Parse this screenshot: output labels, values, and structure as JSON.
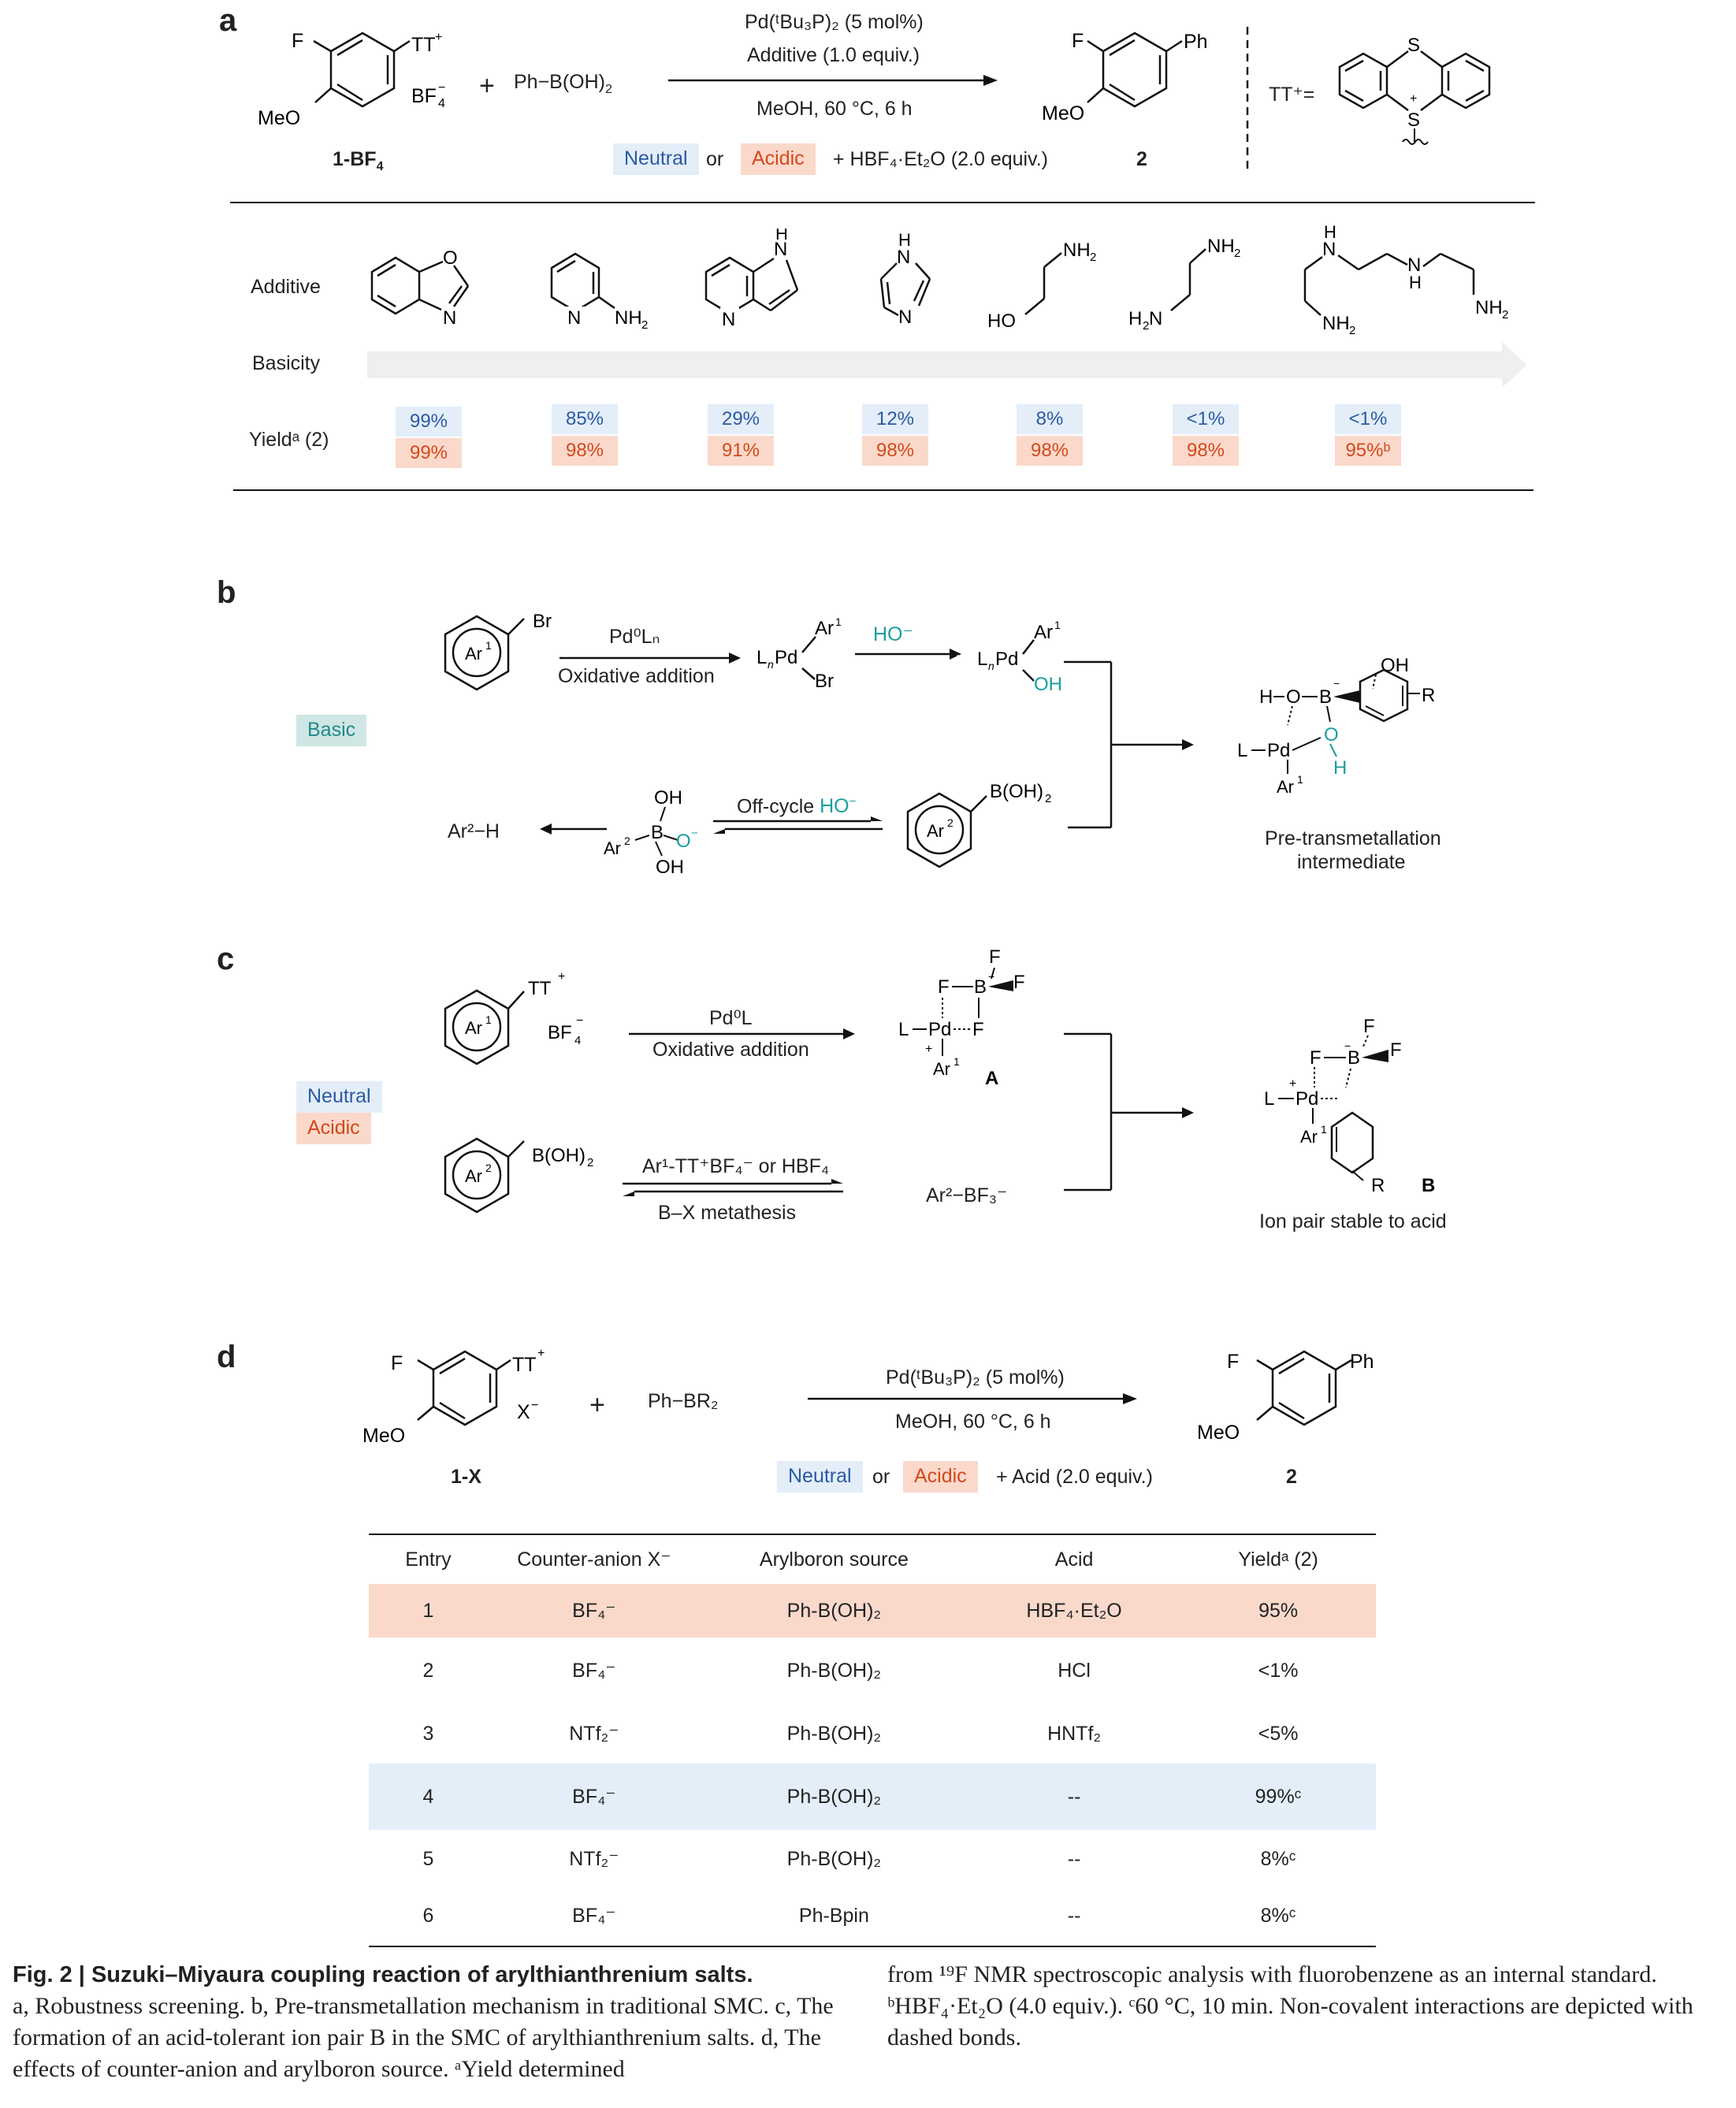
{
  "panels": {
    "a": "a",
    "b": "b",
    "c": "c",
    "d": "d"
  },
  "panel_a": {
    "sm_label": "1-BF",
    "sm_label_sub": "4",
    "reagent": "Ph−B(OH)",
    "reagent_sub": "2",
    "catalyst": "Pd(ᵗBu₃P)₂ (5 mol%)",
    "additive_line": "Additive (1.0 equiv.)",
    "conditions": "MeOH, 60 °C, 6 h",
    "mode_neutral": "Neutral",
    "mode_or": "or",
    "mode_acidic": "Acidic",
    "mode_acid_suffix": "+ HBF₄·Et₂O (2.0 equiv.)",
    "product_label": "2",
    "tt_label": "TT⁺=",
    "row_additive": "Additive",
    "row_basicity": "Basicity",
    "row_yield": "Yieldᵃ (2)",
    "additives": [
      "benzoxazole",
      "2-aminopyridine",
      "7-azaindole",
      "imidazole",
      "ethanolamine",
      "ethylenediamine",
      "triethylenetetramine"
    ],
    "yields_neutral": [
      "99%",
      "85%",
      "29%",
      "12%",
      "8%",
      "<1%",
      "<1%"
    ],
    "yields_acidic": [
      "99%",
      "98%",
      "91%",
      "98%",
      "98%",
      "98%",
      "95%ᵇ"
    ]
  },
  "panel_b": {
    "mode": "Basic",
    "cat": "Pd⁰Lₙ",
    "step1": "Oxidative addition",
    "ho": "HO⁻",
    "offcycle": "Off-cycle HO⁻",
    "product_h": "Ar²−H",
    "boronic": "B(OH)₂",
    "intermediate_title": "Pre-transmetallation",
    "intermediate_title2": "intermediate"
  },
  "panel_c": {
    "mode_neutral": "Neutral",
    "mode_acidic": "Acidic",
    "cat": "Pd⁰L",
    "step1": "Oxidative addition",
    "metathesis_top": "Ar¹-TT⁺BF₄⁻ or HBF₄",
    "metathesis_bottom": "B–X metathesis",
    "arbf3": "Ar²−BF₃⁻",
    "label_a": "A",
    "label_b": "B",
    "ion_pair": "Ion pair stable to acid"
  },
  "panel_d": {
    "sm_label": "1-X",
    "reagent": "Ph−BR₂",
    "catalyst": "Pd(ᵗBu₃P)₂ (5 mol%)",
    "conditions": "MeOH, 60 °C, 6 h",
    "mode_neutral": "Neutral",
    "mode_or": "or",
    "mode_acidic": "Acidic",
    "mode_acid_suffix": "+ Acid (2.0 equiv.)",
    "product_label": "2",
    "table": {
      "headers": [
        "Entry",
        "Counter-anion X⁻",
        "Arylboron source",
        "Acid",
        "Yieldᵃ (2)"
      ],
      "rows": [
        [
          "1",
          "BF₄⁻",
          "Ph-B(OH)₂",
          "HBF₄·Et₂O",
          "95%"
        ],
        [
          "2",
          "BF₄⁻",
          "Ph-B(OH)₂",
          "HCl",
          "<1%"
        ],
        [
          "3",
          "NTf₂⁻",
          "Ph-B(OH)₂",
          "HNTf₂",
          "<5%"
        ],
        [
          "4",
          "BF₄⁻",
          "Ph-B(OH)₂",
          "--",
          "99%ᶜ"
        ],
        [
          "5",
          "NTf₂⁻",
          "Ph-B(OH)₂",
          "--",
          "8%ᶜ"
        ],
        [
          "6",
          "BF₄⁻",
          "Ph-Bpin",
          "--",
          "8%ᶜ"
        ]
      ],
      "row_highlight": {
        "1": "#fad9cb",
        "4": "#e3eef9"
      }
    }
  },
  "caption": {
    "title": "Fig. 2 | Suzuki–Miyaura coupling reaction of arylthianthrenium salts.",
    "left": "a, Robustness screening. b, Pre-transmetallation mechanism in traditional SMC. c, The formation of an acid-tolerant ion pair B in the SMC of arylthianthrenium salts. d, The effects of counter-anion and arylboron source. ᵃYield determined",
    "right": "from ¹⁹F NMR spectroscopic analysis with fluorobenzene as an internal standard. ᵇHBF₄·Et₂O (4.0 equiv.). ᶜ60 °C, 10 min. Non-covalent interactions are depicted with dashed bonds."
  },
  "colors": {
    "neutral_bg": "#e3eef9",
    "acidic_bg": "#fad9cb",
    "basic_bg": "#cfe6e4",
    "teal": "#1b9e9e"
  }
}
